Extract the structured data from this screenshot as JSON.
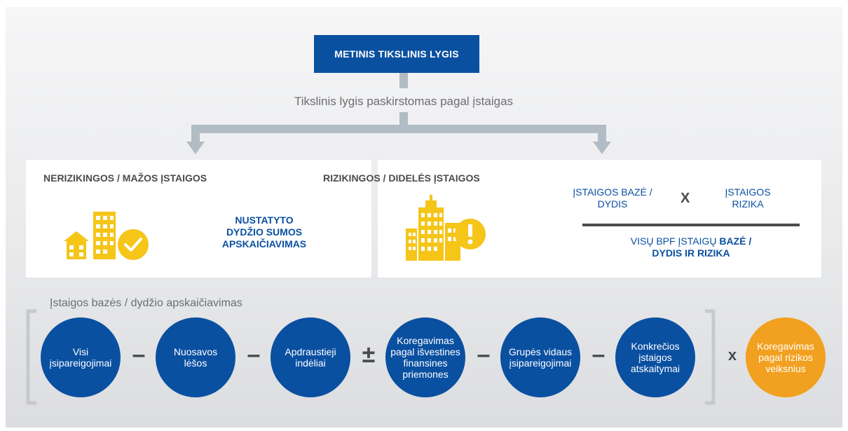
{
  "top": {
    "title": "METINIS TIKSLINIS LYGIS"
  },
  "distribution_caption": "Tikslinis lygis paskirstomas pagal įstaigas",
  "left_panel": {
    "title": "NERIZIKINGOS / MAŽOS ĮSTAIGOS",
    "text_line1": "NUSTATYTO",
    "text_line2": "DYDŽIO SUMOS",
    "text_line3": "APSKAIČIAVIMAS"
  },
  "right_panel": {
    "title": "RIZIKINGOS / DIDELĖS ĮSTAIGOS",
    "numerator_a_line1": "ĮSTAIGOS BAZĖ /",
    "numerator_a_line2": "DYDIS",
    "times": "X",
    "numerator_b_line1": "ĮSTAIGOS",
    "numerator_b_line2": "RIZIKA",
    "denominator_line1_normal": "VISŲ BPF ĮSTAIGŲ ",
    "denominator_line1_bold": "BAZĖ /",
    "denominator_line2": "DYDIS IR RIZIKA"
  },
  "formula": {
    "caption": "Įstaigos bazės / dydžio apskaičiavimas",
    "terms": [
      {
        "line1": "Visi",
        "line2": "įsipareigojimai",
        "line3": "",
        "line4": ""
      },
      {
        "line1": "Nuosavos",
        "line2": "lėšos",
        "line3": "",
        "line4": ""
      },
      {
        "line1": "Apdraustieji",
        "line2": "indėliai",
        "line3": "",
        "line4": ""
      },
      {
        "line1": "Koregavimas",
        "line2": "pagal išvestines",
        "line3": "finansines",
        "line4": "priemones"
      },
      {
        "line1": "Grupės vidaus",
        "line2": "įsipareigojimai",
        "line3": "",
        "line4": ""
      },
      {
        "line1": "Konkrečios",
        "line2": "įstaigos",
        "line3": "atskaitymai",
        "line4": ""
      }
    ],
    "operators": [
      "–",
      "–",
      "±",
      "–",
      "–"
    ],
    "times": "x",
    "risk_term": {
      "line1": "Koregavimas",
      "line2": "pagal rizikos",
      "line3": "veiksnius"
    }
  },
  "colors": {
    "blue": "#0a50a1",
    "orange": "#f2a01f",
    "yellow": "#f5c518",
    "grey": "#b1bcc4",
    "text_grey": "#6d6e71"
  },
  "icons": [
    "buildings-check-icon",
    "skyscraper-warning-icon"
  ]
}
